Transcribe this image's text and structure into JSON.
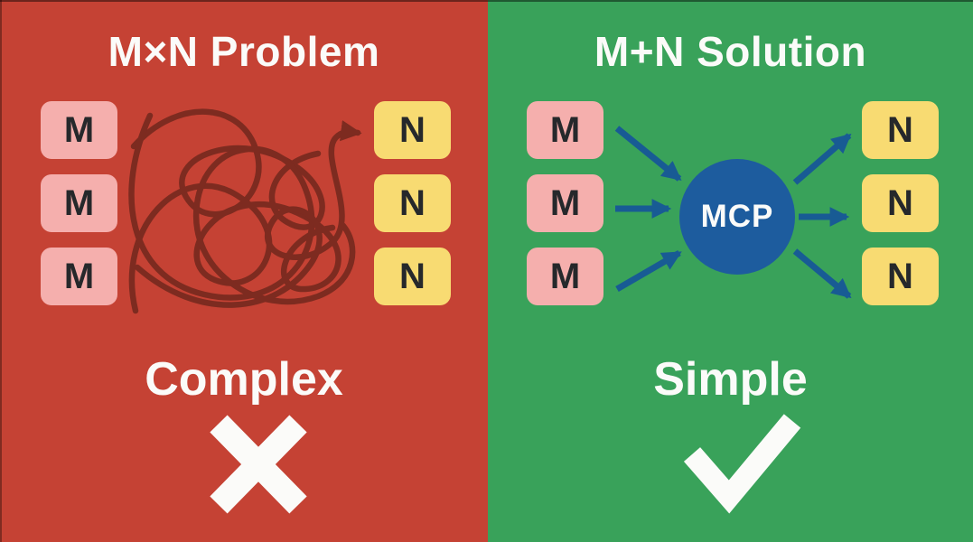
{
  "colors": {
    "red": "#C54234",
    "green": "#39A25A",
    "maroon": "#7D2B20",
    "pink": "#F5AFAD",
    "yellow": "#F8DB72",
    "circle": "#1D5C9E",
    "arrow": "#185B94",
    "ink": "#26282B",
    "white": "#FBFBF9"
  },
  "left": {
    "title": "M×N Problem",
    "caption": "Complex",
    "mark": "cross",
    "m_labels": [
      "M",
      "M",
      "M"
    ],
    "n_labels": [
      "N",
      "N",
      "N"
    ]
  },
  "right": {
    "title": "M+N Solution",
    "caption": "Simple",
    "mark": "check",
    "hub_label": "MCP",
    "m_labels": [
      "M",
      "M",
      "M"
    ],
    "n_labels": [
      "N",
      "N",
      "N"
    ]
  }
}
